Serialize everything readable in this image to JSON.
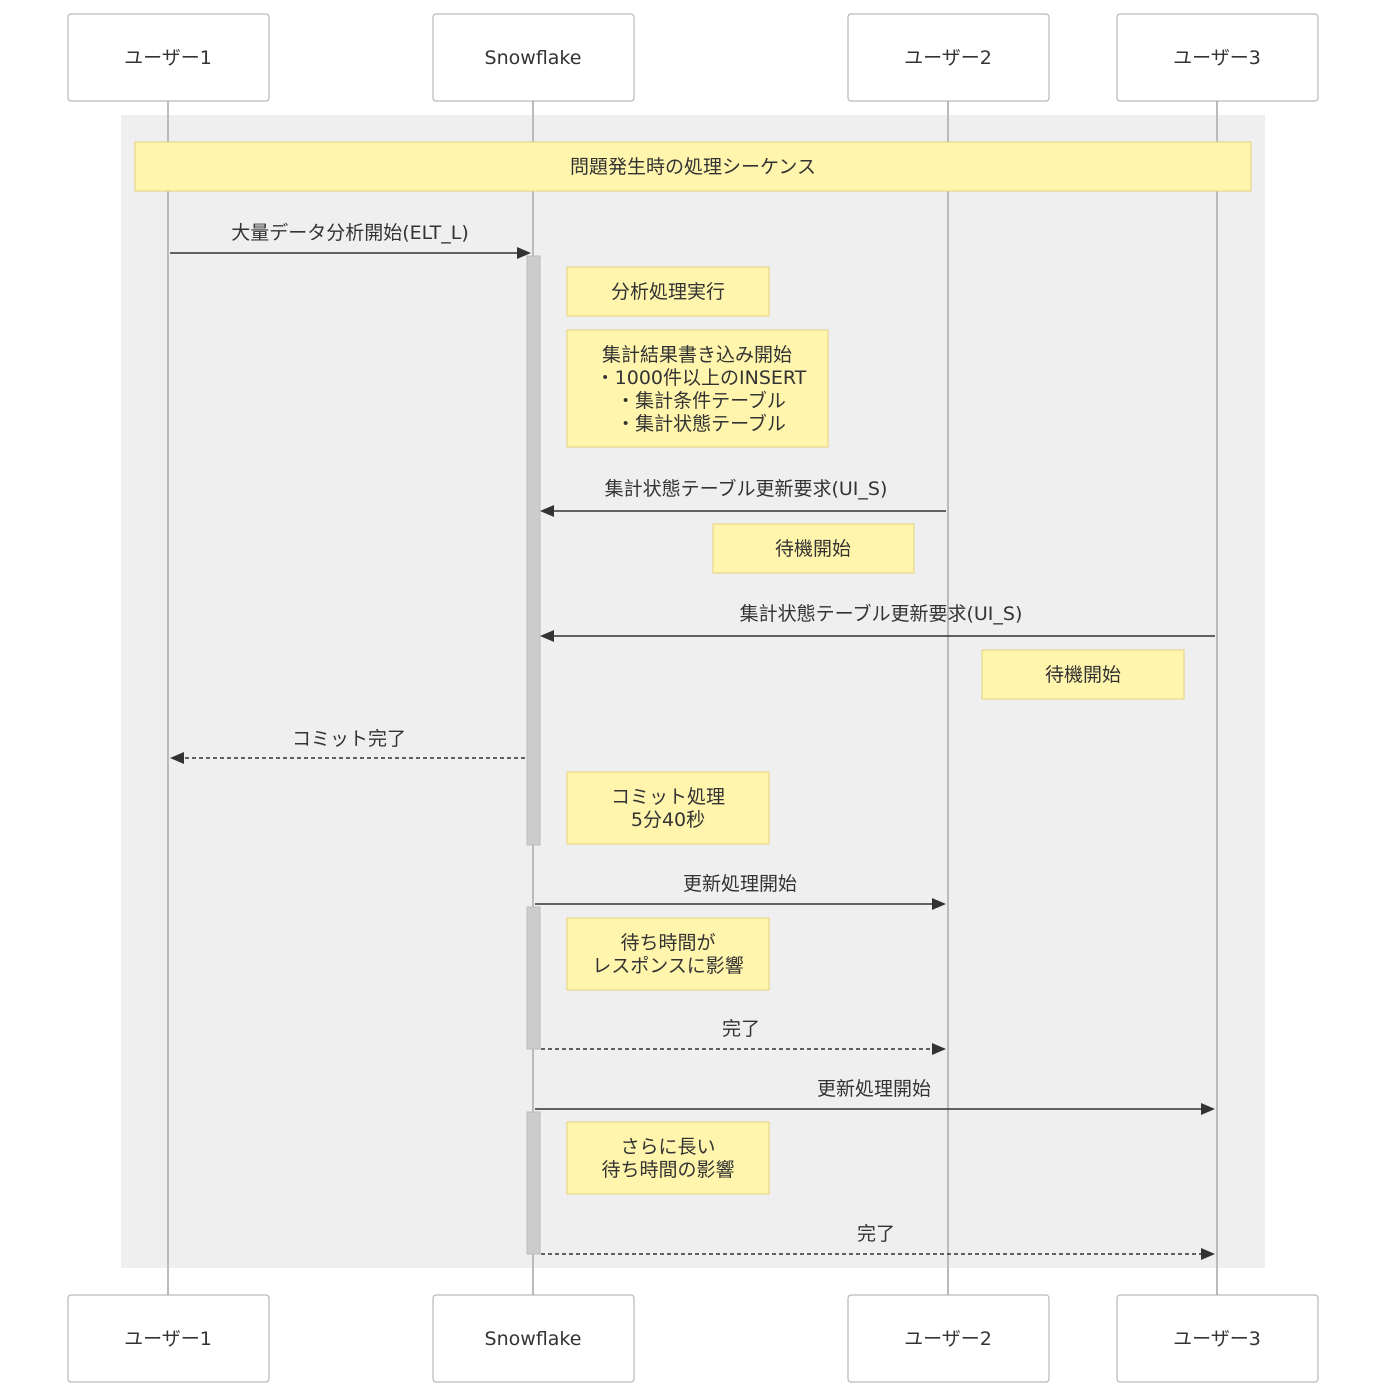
{
  "participants": [
    {
      "id": "u1",
      "label": "ユーザー1"
    },
    {
      "id": "sf",
      "label": "Snowflake"
    },
    {
      "id": "u2",
      "label": "ユーザー2"
    },
    {
      "id": "u3",
      "label": "ユーザー3"
    }
  ],
  "frame_title": "問題発生時の処理シーケンス",
  "messages": [
    {
      "id": "m1",
      "label": "大量データ分析開始(ELT_L)",
      "from": "u1",
      "to": "sf",
      "style": "solid"
    },
    {
      "id": "m2",
      "label": "集計状態テーブル更新要求(UI_S)",
      "from": "u2",
      "to": "sf",
      "style": "solid"
    },
    {
      "id": "m3",
      "label": "集計状態テーブル更新要求(UI_S)",
      "from": "u3",
      "to": "sf",
      "style": "solid"
    },
    {
      "id": "m4",
      "label": "コミット完了",
      "from": "sf",
      "to": "u1",
      "style": "dashed"
    },
    {
      "id": "m5",
      "label": "更新処理開始",
      "from": "sf",
      "to": "u2",
      "style": "solid"
    },
    {
      "id": "m6",
      "label": "完了",
      "from": "sf",
      "to": "u2",
      "style": "dashed"
    },
    {
      "id": "m7",
      "label": "更新処理開始",
      "from": "sf",
      "to": "u3",
      "style": "solid"
    },
    {
      "id": "m8",
      "label": "完了",
      "from": "sf",
      "to": "u3",
      "style": "dashed"
    }
  ],
  "notes": [
    {
      "id": "n1",
      "lines": [
        "分析処理実行"
      ]
    },
    {
      "id": "n2",
      "lines": [
        "集計結果書き込み開始",
        "・1000件以上のINSERT",
        "・集計条件テーブル",
        "・集計状態テーブル"
      ]
    },
    {
      "id": "n3",
      "lines": [
        "待機開始"
      ]
    },
    {
      "id": "n4",
      "lines": [
        "待機開始"
      ]
    },
    {
      "id": "n5",
      "lines": [
        "コミット処理",
        "5分40秒"
      ]
    },
    {
      "id": "n6",
      "lines": [
        "待ち時間が",
        "レスポンスに影響"
      ]
    },
    {
      "id": "n7",
      "lines": [
        "さらに長い",
        "待ち時間の影響"
      ]
    }
  ],
  "colors": {
    "note_fill": "#fff5ad",
    "note_border": "#e6d280",
    "frame_fill": "#efefef",
    "activation_fill": "#cccccc",
    "line": "#333333"
  }
}
